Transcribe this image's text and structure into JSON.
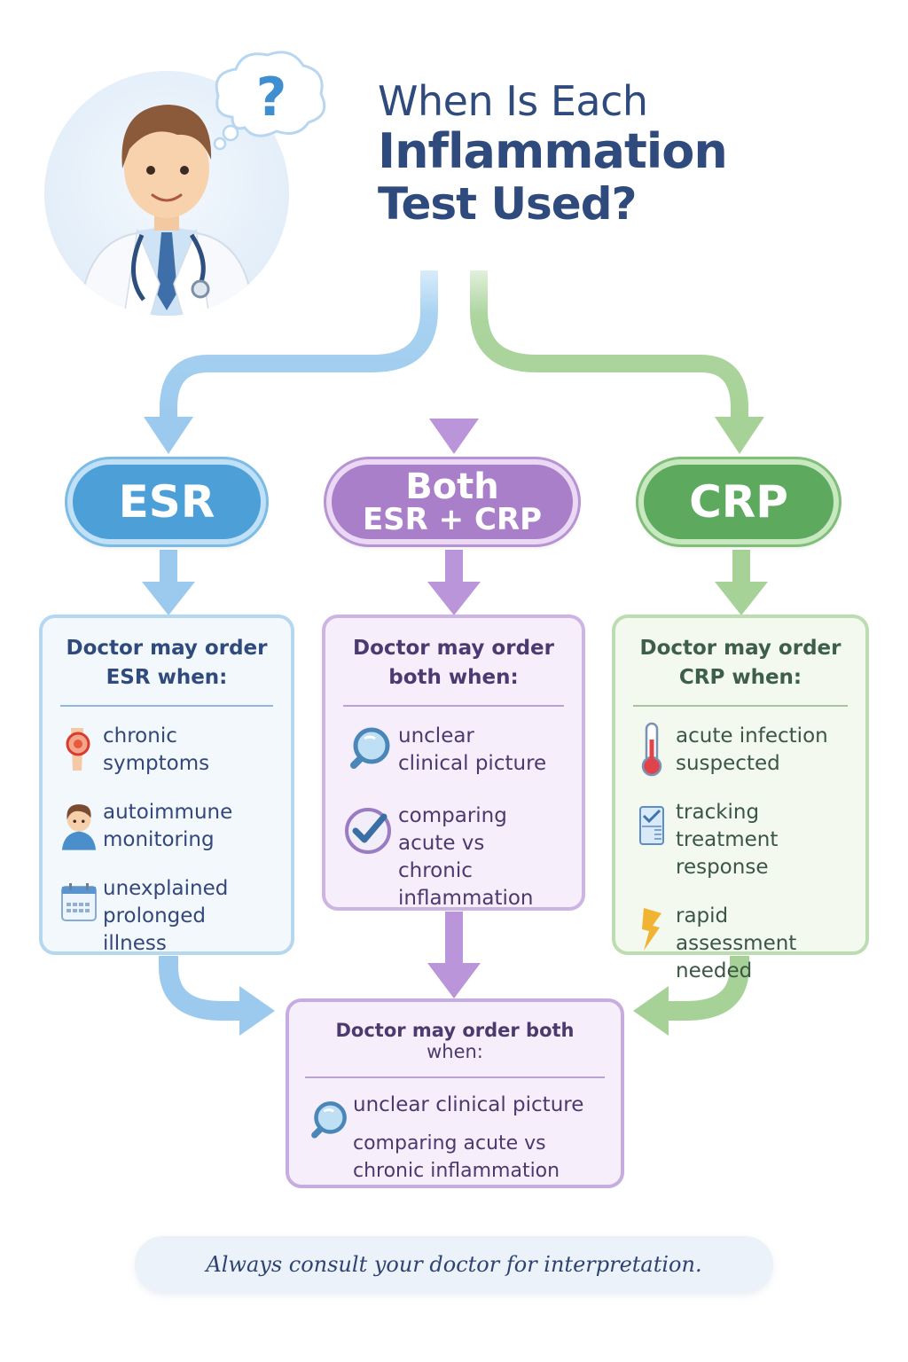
{
  "header": {
    "title_line1": "When Is Each",
    "title_line2": "Inflammation",
    "title_line3": "Test Used?",
    "illustration": "doctor-with-stethoscope",
    "thought_icon": "?"
  },
  "colors": {
    "esr": "#4d9fd8",
    "both": "#a97fc9",
    "crp": "#5daa5f",
    "title": "#2f4a7c"
  },
  "pills": {
    "esr": "ESR",
    "both_line1": "Both",
    "both_line2": "ESR + CRP",
    "crp": "CRP"
  },
  "cards": {
    "esr": {
      "title_line1": "Doctor may order",
      "title_line2": "ESR when:",
      "items": [
        {
          "icon": "inflamed-joint-icon",
          "line1": "chronic",
          "line2": "symptoms"
        },
        {
          "icon": "patient-icon",
          "line1": "autoimmune",
          "line2": "monitoring"
        },
        {
          "icon": "calendar-icon",
          "line1": "unexplained",
          "line2": "prolonged illness"
        }
      ]
    },
    "both": {
      "title_line1": "Doctor may order",
      "title_line2": "both when:",
      "items": [
        {
          "icon": "magnifier-icon",
          "line1": "unclear",
          "line2": "clinical picture"
        },
        {
          "icon": "checkmark-icon",
          "line1": "comparing",
          "line2": "acute vs chronic",
          "line3": "inflammation"
        }
      ]
    },
    "crp": {
      "title_line1": "Doctor may order",
      "title_line2": "CRP when:",
      "items": [
        {
          "icon": "thermometer-icon",
          "line1": "acute infection",
          "line2": "suspected"
        },
        {
          "icon": "checklist-icon",
          "line1": "tracking treatment",
          "line2": "response"
        },
        {
          "icon": "lightning-icon",
          "line1": "rapid assessment",
          "line2": "needed"
        }
      ]
    }
  },
  "bottom": {
    "title_bold": "Doctor may order both",
    "title_rest": " when:",
    "item1": "unclear clinical picture",
    "item2_line1": "comparing acute vs",
    "item2_line2": "chronic inflammation"
  },
  "footer": {
    "note": "Always consult your doctor for interpretation."
  }
}
